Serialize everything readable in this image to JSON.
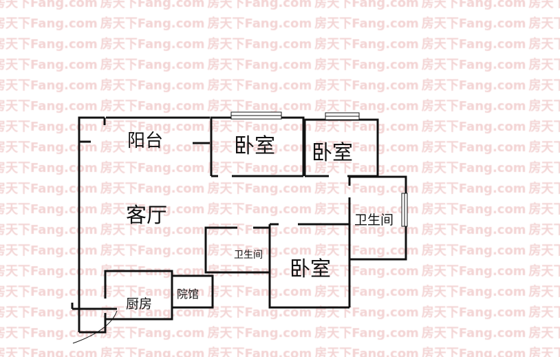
{
  "watermark": "房天下Fang.com",
  "rooms": {
    "balcony": "阳台",
    "living_room": "客厅",
    "bedroom_1": "卧室",
    "bedroom_2": "卧室",
    "bedroom_3": "卧室",
    "bathroom_1": "卫生间",
    "bathroom_2": "卫生间",
    "kitchen": "厨房",
    "courtyard": "院馆"
  },
  "colors": {
    "wall": "#111111",
    "watermark": "#f3d4d4"
  }
}
